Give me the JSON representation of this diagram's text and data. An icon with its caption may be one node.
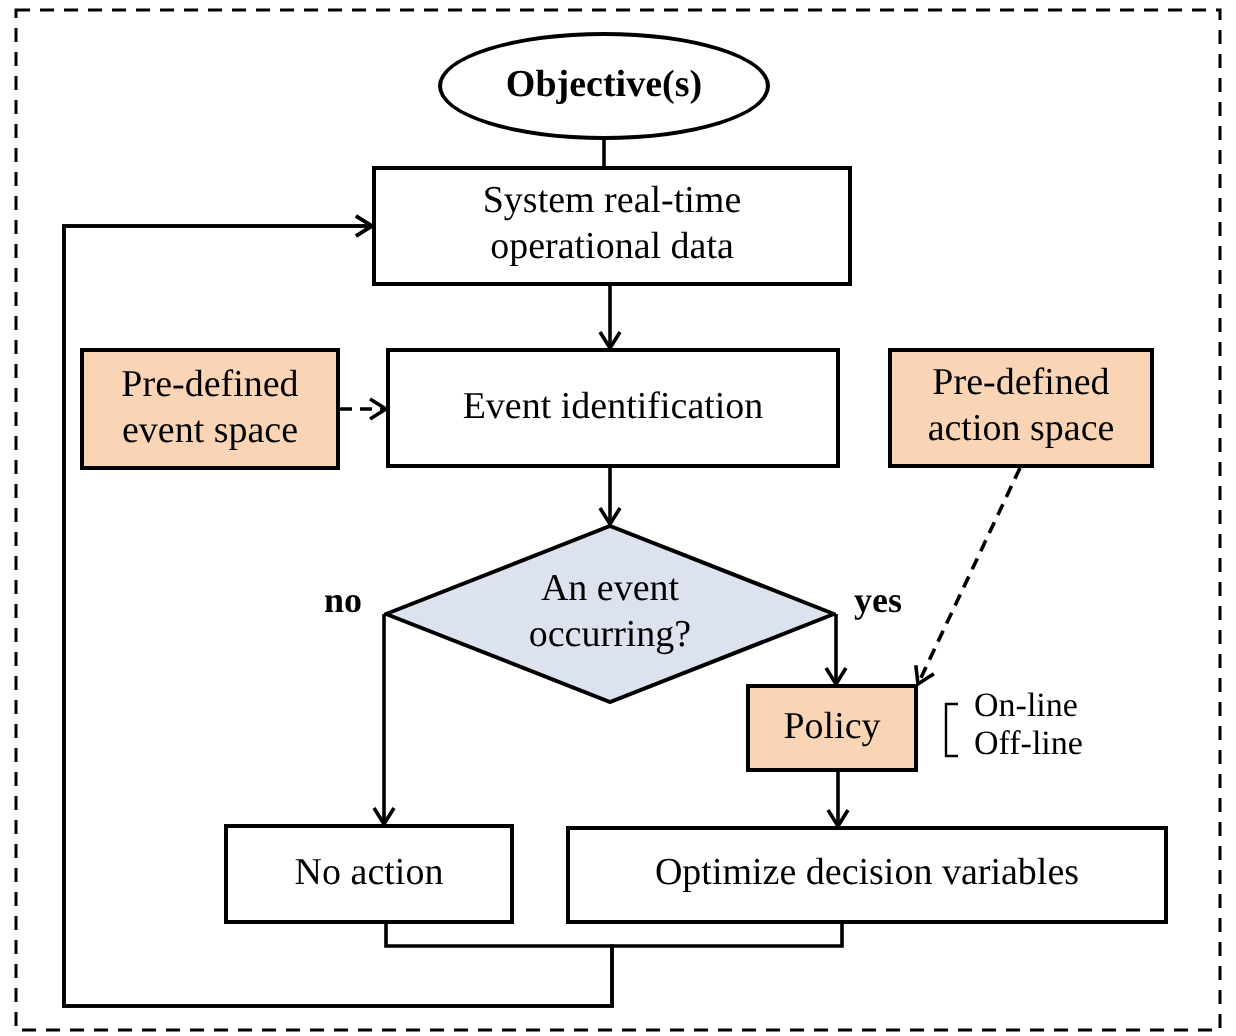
{
  "diagram": {
    "nodes": [
      {
        "text": [
          "Objective(s)"
        ]
      },
      {
        "text": [
          "System real-time operational data"
        ]
      },
      {
        "text": [
          "Pre-defined event space"
        ]
      },
      {
        "text": [
          "Event identification"
        ]
      },
      {
        "text": [
          "Pre-defined action space"
        ]
      },
      {
        "text": [
          "An event occurring?"
        ]
      },
      {
        "text": [
          "Policy"
        ],
        "beside": [
          "On-line",
          "Off-line"
        ]
      },
      {
        "text": [
          "No action"
        ]
      },
      {
        "text": [
          "Optimize decision variables"
        ]
      }
    ],
    "edges": [
      {
        "from": 0,
        "to": 1,
        "arrow": "none"
      },
      {
        "from": 1,
        "to": 3,
        "arrow": "to"
      },
      {
        "from": 2,
        "to": 3,
        "arrow": "to",
        "style": "dashed"
      },
      {
        "from": 3,
        "to": 5,
        "arrow": "to"
      },
      {
        "from": 4,
        "to": 6,
        "arrow": "to",
        "style": "dashed"
      },
      {
        "from": 5,
        "to": 7,
        "arrow": "to",
        "label": "no"
      },
      {
        "from": 5,
        "to": 6,
        "arrow": "to",
        "label": "yes"
      },
      {
        "from": 6,
        "to": 8,
        "arrow": "to"
      },
      {
        "from": 7,
        "to": 1,
        "arrow": "to"
      },
      {
        "from": 8,
        "to": 1,
        "arrow": "to"
      }
    ]
  }
}
